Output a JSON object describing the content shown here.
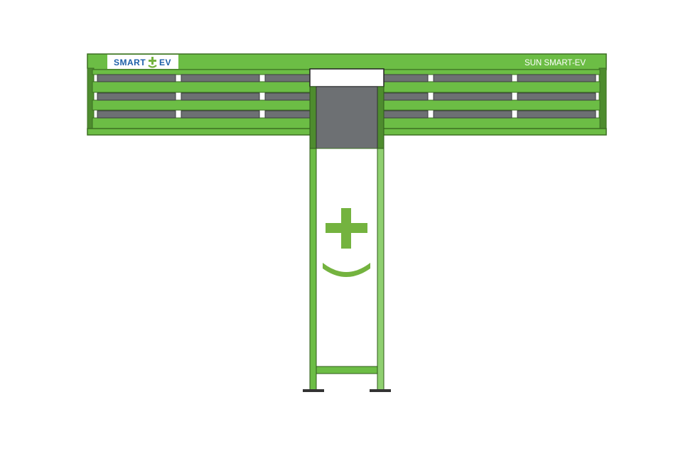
{
  "logo": {
    "word_left": "SMART",
    "word_right": "EV",
    "icon": "plus-smile-logo-icon"
  },
  "header": {
    "title": "SUN SMART-EV"
  },
  "colors": {
    "frame_green": "#6cbd45",
    "frame_dark_green": "#4e8c2e",
    "stripe_light_green": "#8fd070",
    "panel_grey": "#6d7073",
    "logo_blue": "#1d5fa8",
    "logo_green": "#74b33f"
  }
}
